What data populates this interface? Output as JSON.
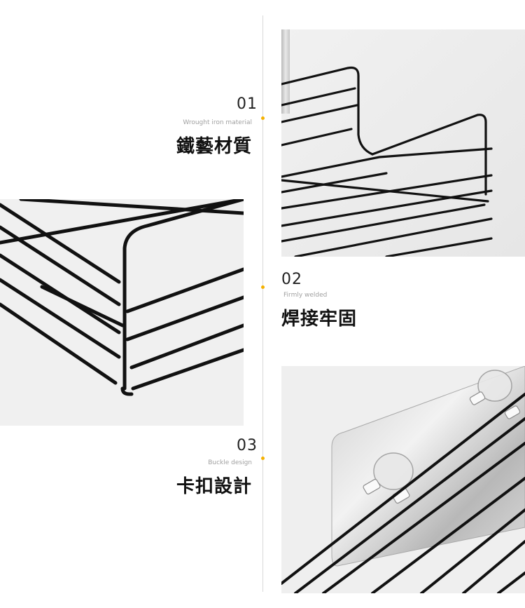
{
  "features": [
    {
      "number": "01",
      "english": "Wrought iron material",
      "chinese": "鐵藝材質"
    },
    {
      "number": "02",
      "english": "Firmly welded",
      "chinese": "焊接牢固"
    },
    {
      "number": "03",
      "english": "Buckle design",
      "chinese": "卡扣設計"
    }
  ],
  "colors": {
    "accent_dot": "#f5b100",
    "wire": "#111111",
    "divider": "#d9d9d9"
  }
}
